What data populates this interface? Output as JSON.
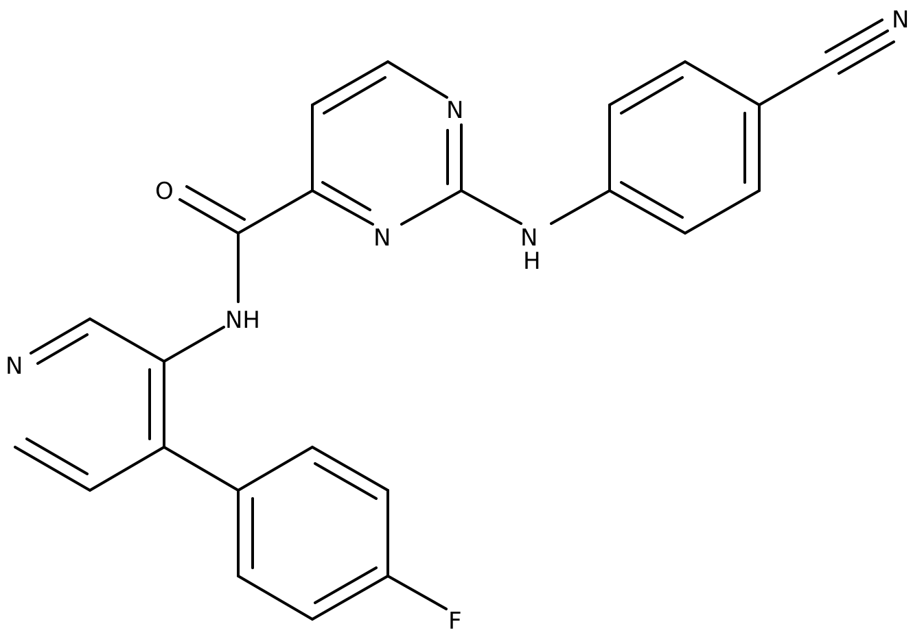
{
  "atoms": {
    "nitrile_n": "N",
    "pyrimidine_n1": "N",
    "pyrimidine_n3": "N",
    "amine_n": "N",
    "amine_h": "H",
    "carbonyl_o": "O",
    "amide_nh": "NH",
    "pyridine_n": "N",
    "fluorine": "F"
  }
}
